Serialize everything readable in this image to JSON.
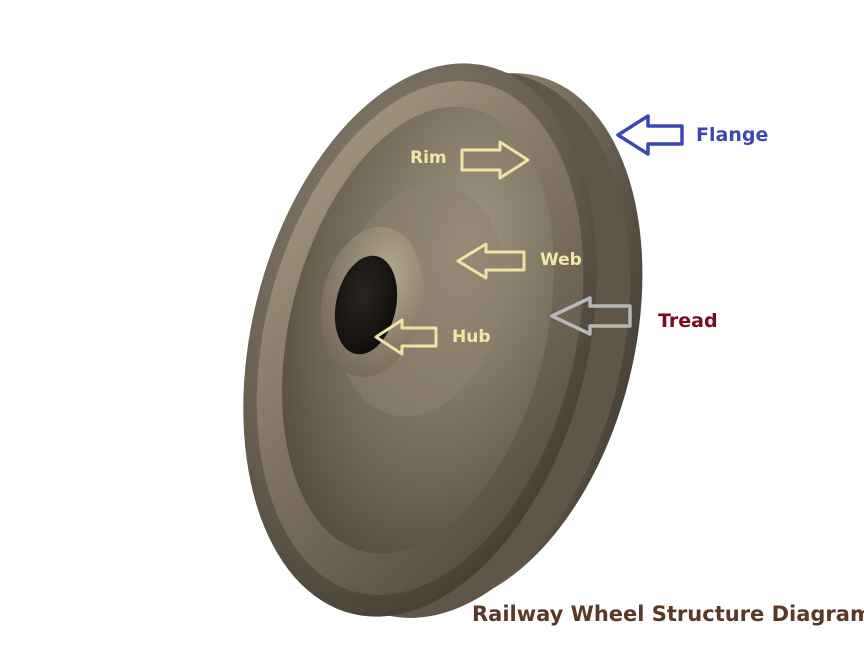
{
  "title": "Railway Wheel Structure Diagram",
  "labels": {
    "rim": "Rim",
    "web": "Web",
    "hub": "Hub",
    "flange": "Flange",
    "tread": "Tread"
  },
  "colors": {
    "background": "#ffffff",
    "wheel_metal": "#6b6152",
    "inner_label_text": "#f3e7a6",
    "inner_arrow": "#efe2a2",
    "flange_label": "#3c46b8",
    "flange_arrow": "#3c46b8",
    "tread_label": "#7a0a22",
    "tread_arrow": "#b8b8b8",
    "title": "#5a3a26"
  }
}
